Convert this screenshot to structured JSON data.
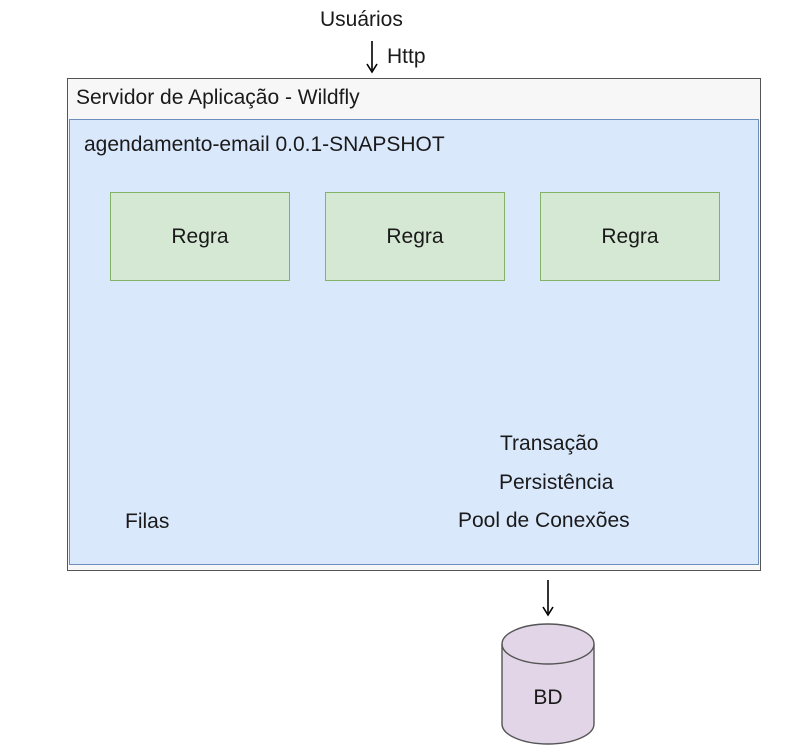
{
  "header": {
    "users_label": "Usuários",
    "http_label": "Http"
  },
  "server": {
    "title": "Servidor de Aplicação - Wildfly"
  },
  "module": {
    "title": "agendamento-email 0.0.1-SNAPSHOT",
    "rules": [
      {
        "label": "Regra"
      },
      {
        "label": "Regra"
      },
      {
        "label": "Regra"
      }
    ],
    "services": {
      "transacao": "Transação",
      "persistencia": "Persistência",
      "pool": "Pool de Conexões",
      "filas": "Filas"
    }
  },
  "database": {
    "label": "BD"
  },
  "colors": {
    "module_fill": "#dae8fc",
    "module_stroke": "#6c8ebf",
    "rule_fill": "#d5e8d4",
    "rule_stroke": "#82b366",
    "db_fill": "#e1d5e7",
    "db_stroke": "#555555"
  }
}
